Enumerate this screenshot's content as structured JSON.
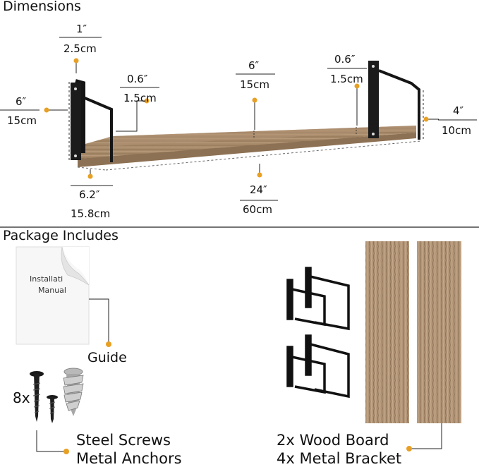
{
  "dimensions": {
    "title": "Dimensions",
    "bracket_width": {
      "in": "1″",
      "cm": "2.5cm"
    },
    "left_thickness": {
      "in": "0.6″",
      "cm": "1.5cm"
    },
    "center_depth": {
      "in": "6″",
      "cm": "15cm"
    },
    "right_thickness": {
      "in": "0.6″",
      "cm": "1.5cm"
    },
    "left_height": {
      "in": "6″",
      "cm": "15cm"
    },
    "right_height": {
      "in": "4″",
      "cm": "10cm"
    },
    "bottom_depth": {
      "in": "6.2″",
      "cm": "15.8cm"
    },
    "length": {
      "in": "24″",
      "cm": "60cm"
    }
  },
  "package": {
    "title": "Package Includes",
    "manual_line1": "Installati",
    "manual_line2": "Manual",
    "guide_label": "Guide",
    "screws_count": "8x",
    "screws_label_1": "Steel Screws",
    "screws_label_2": "Metal Anchors",
    "boards_label_1": "2x Wood Board",
    "boards_label_2": "4x Metal Bracket"
  },
  "colors": {
    "accent_dot": "#e8a024",
    "wood": "#a6896a",
    "metal": "#1a1a1a"
  }
}
